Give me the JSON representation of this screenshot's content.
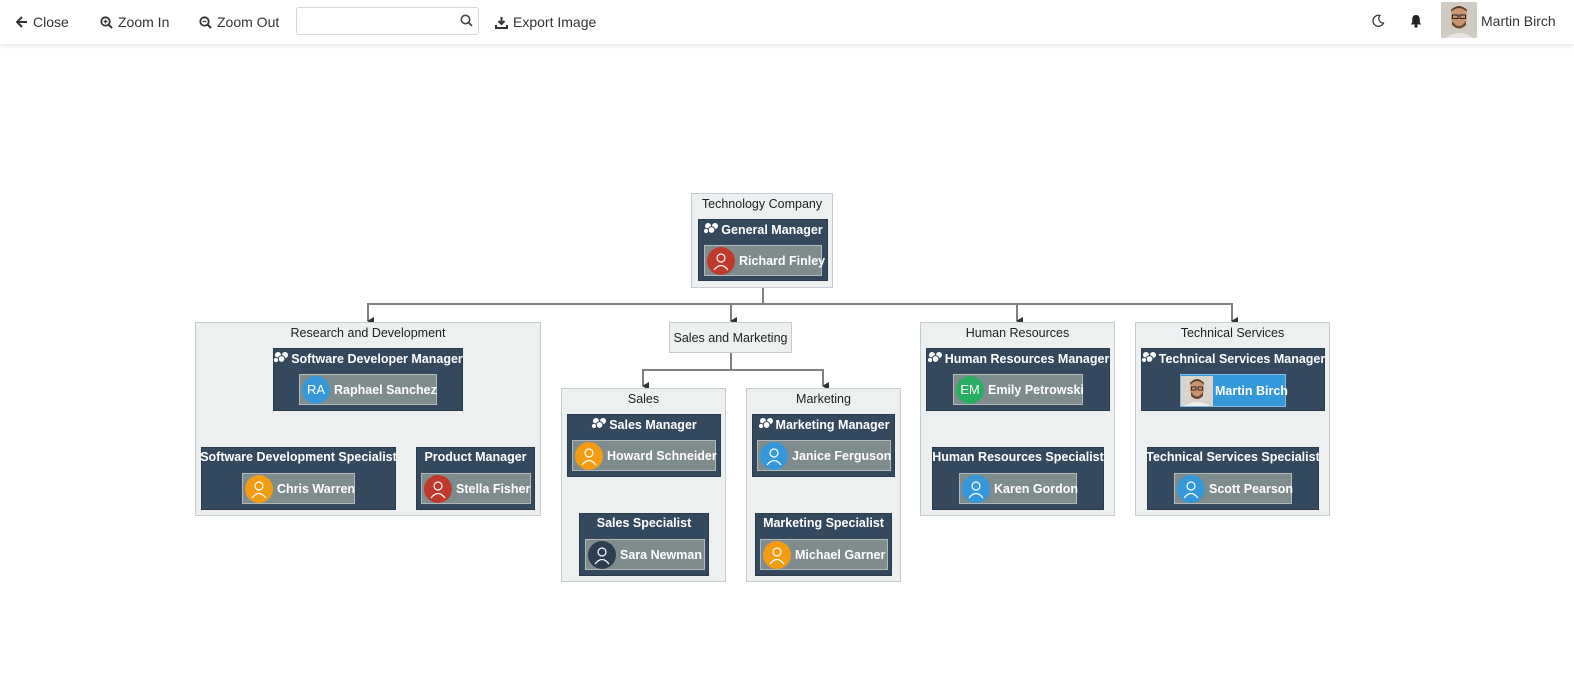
{
  "toolbar": {
    "close_label": "Close",
    "zoom_in_label": "Zoom In",
    "zoom_out_label": "Zoom Out",
    "search_value": "",
    "search_placeholder": "",
    "export_label": "Export Image",
    "icons": [
      "arrow-left-icon",
      "zoom-in-icon",
      "zoom-out-icon",
      "search-icon",
      "download-icon",
      "moon-icon",
      "bell-icon"
    ],
    "user": {
      "name": "Martin Birch"
    }
  },
  "colors": {
    "role_bg": "#34495e",
    "person_bg": "#7f8c8d",
    "person_active_bg": "#3498db",
    "unit_bg": "#ecf0f1",
    "avatar_red": "#c0392b",
    "avatar_orange": "#f39c12",
    "avatar_blue": "#3498db",
    "avatar_green": "#27ae60",
    "avatar_dark": "#2c3e50"
  },
  "org": {
    "root": {
      "unit": "Technology Company",
      "role": "General Manager",
      "person": "Richard Finley"
    },
    "rd": {
      "unit": "Research and Development",
      "manager": {
        "role": "Software Developer Manager",
        "person": "Raphael Sanchez",
        "initials": "RA"
      },
      "specialist": {
        "role": "Software Development Specialist",
        "person": "Chris Warren"
      },
      "product": {
        "role": "Product Manager",
        "person": "Stella Fisher"
      }
    },
    "sm": {
      "unit": "Sales and Marketing",
      "sales": {
        "unit": "Sales",
        "manager": {
          "role": "Sales Manager",
          "person": "Howard Schneider"
        },
        "specialist": {
          "role": "Sales Specialist",
          "person": "Sara Newman"
        }
      },
      "marketing": {
        "unit": "Marketing",
        "manager": {
          "role": "Marketing Manager",
          "person": "Janice Ferguson"
        },
        "specialist": {
          "role": "Marketing Specialist",
          "person": "Michael Garner"
        }
      }
    },
    "hr": {
      "unit": "Human Resources",
      "manager": {
        "role": "Human Resources Manager",
        "person": "Emily Petrowski",
        "initials": "EM"
      },
      "specialist": {
        "role": "Human Resources Specialist",
        "person": "Karen Gordon"
      }
    },
    "ts": {
      "unit": "Technical Services",
      "manager": {
        "role": "Technical Services Manager",
        "person": "Martin Birch"
      },
      "specialist": {
        "role": "Technical Services Specialist",
        "person": "Scott Pearson"
      }
    }
  }
}
